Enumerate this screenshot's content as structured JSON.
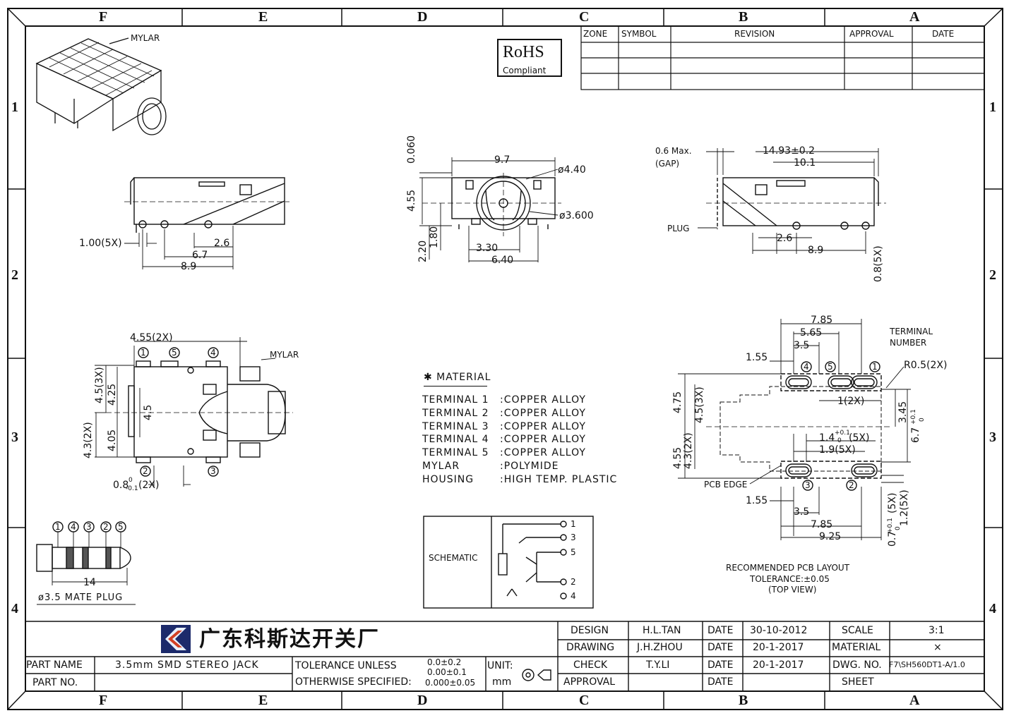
{
  "frame": {
    "zones_top": [
      "F",
      "E",
      "D",
      "C",
      "B",
      "A"
    ],
    "zones_bottom": [
      "F",
      "E",
      "D",
      "C",
      "B",
      "A"
    ],
    "rows_left": [
      "1",
      "2",
      "3",
      "4"
    ],
    "rows_right": [
      "1",
      "2",
      "3",
      "4"
    ]
  },
  "rohs": {
    "line1": "RoHS",
    "line2": "Compliant"
  },
  "revision_table": {
    "headers": [
      "ZONE",
      "SYMBOL",
      "REVISION",
      "APPROVAL",
      "DATE"
    ]
  },
  "iso_view": {
    "label": "MYLAR"
  },
  "front_view": {
    "dims": [
      "1.00(5X)",
      "2.6",
      "6.7",
      "8.9"
    ]
  },
  "center_view": {
    "dims": [
      "9.7",
      "ø4.40",
      "0.060",
      "4.55",
      "ø3.600",
      "2.20",
      "1.80",
      "3.30",
      "6.40"
    ]
  },
  "side_view": {
    "dims": [
      "0.6 Max.",
      "(GAP)",
      "14.93±0.2",
      "10.1",
      "PLUG",
      "2.6",
      "8.9",
      "0.8(5X)"
    ]
  },
  "top_view": {
    "dims": [
      "4.55(2X)",
      "4.5(3X)",
      "4.25",
      "4.5",
      "4.05",
      "4.3(2X)",
      "0.8",
      "-0.1",
      "0",
      "(2X)"
    ],
    "label": "MYLAR",
    "pins": [
      "1",
      "5",
      "4",
      "2",
      "3"
    ]
  },
  "material": {
    "title": "✱ MATERIAL",
    "rows": [
      [
        "TERMINAL 1",
        ":COPPER ALLOY"
      ],
      [
        "TERMINAL 2",
        ":COPPER ALLOY"
      ],
      [
        "TERMINAL 3",
        ":COPPER ALLOY"
      ],
      [
        "TERMINAL 4",
        ":COPPER ALLOY"
      ],
      [
        "TERMINAL 5",
        ":COPPER ALLOY"
      ],
      [
        "MYLAR",
        ":POLYMIDE"
      ],
      [
        "HOUSING",
        ":HIGH TEMP. PLASTIC"
      ]
    ]
  },
  "pcb_layout": {
    "dims_top": [
      "7.85",
      "5.65",
      "3.5",
      "1.55"
    ],
    "terminal_label_1": "TERMINAL",
    "terminal_label_2": "NUMBER",
    "r_label": "R0.5(2X)",
    "pins": [
      "4",
      "5",
      "1",
      "3",
      "2"
    ],
    "dims_mid": [
      "1(2X)",
      "4.75",
      "4.5(3X)",
      "3.45",
      "6.7",
      "+0.1",
      "0",
      "1.4",
      "+0.1",
      "0",
      "(5X)",
      "1.9(5X)",
      "4.55",
      "4.3(2X)"
    ],
    "pcb_edge": "PCB EDGE",
    "dims_bottom": [
      "1.55",
      "3.5",
      "7.85",
      "9.25",
      "0.7",
      "+0.1",
      "0",
      "(5X)",
      "1.2(5X)"
    ],
    "caption_1": "RECOMMENDED PCB LAYOUT",
    "caption_2": "TOLERANCE:±0.05",
    "caption_3": "(TOP VIEW)"
  },
  "plug": {
    "pins": [
      "1",
      "4",
      "3",
      "2",
      "5"
    ],
    "dim": "14",
    "caption": "ø3.5 MATE PLUG"
  },
  "schematic": {
    "label": "SCHEMATIC",
    "pins": [
      "1",
      "3",
      "5",
      "2",
      "4"
    ]
  },
  "title_block": {
    "company": "广东科斯达开关厂",
    "part_name_label": "PART NAME",
    "part_name": "3.5mm SMD STEREO JACK",
    "part_no_label": "PART NO.",
    "tolerance_1": "TOLERANCE UNLESS",
    "tolerance_2": "OTHERWISE SPECIFIED:",
    "tol_a": "0.0±0.2",
    "tol_b": "0.00±0.1",
    "tol_c": "0.000±0.05",
    "unit_label": "UNIT:",
    "unit": "mm",
    "design_label": "DESIGN",
    "design": "H.L.TAN",
    "drawing_label": "DRAWING",
    "drawing": "J.H.ZHOU",
    "check_label": "CHECK",
    "check": "T.Y.LI",
    "approval_label": "APPROVAL",
    "date_label": "DATE",
    "date_design": "30-10-2012",
    "date_drawing": "20-1-2017",
    "date_check": "20-1-2017",
    "scale_label": "SCALE",
    "scale": "3:1",
    "material_label": "MATERIAL",
    "material": "×",
    "dwg_no_label": "DWG. NO.",
    "dwg_no": "F7\\SH560DT1-A/1.0",
    "sheet_label": "SHEET"
  }
}
